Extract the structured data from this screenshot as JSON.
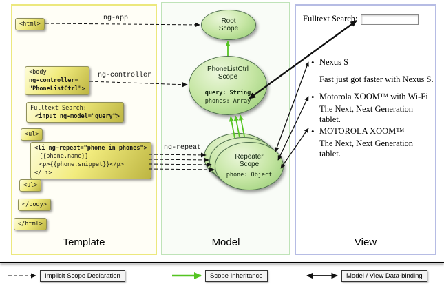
{
  "panels": {
    "template": {
      "title": "Template"
    },
    "model": {
      "title": "Model"
    },
    "view": {
      "title": "View"
    }
  },
  "template_code": {
    "html_open": "<html>",
    "body_open": [
      "<body",
      "ng-controller=",
      "\"PhoneListCtrl\">"
    ],
    "fulltext": [
      "Fulltext Search:",
      "<input ng-model=\"query\">"
    ],
    "ul_open": "<ul>",
    "li_repeat": [
      "<li ng-repeat=\"phone in phones\">",
      "{{phone.name}}",
      "<p>{{phone.snippet}}</p>",
      "</li>"
    ],
    "ul_close": "<ul>",
    "body_close": "</body>",
    "html_close": "</html>"
  },
  "arrow_labels": {
    "ng_app": "ng-app",
    "ng_controller": "ng-controller",
    "ng_repeat": "ng-repeat"
  },
  "model_scopes": {
    "root": {
      "title1": "Root",
      "title2": "Scope"
    },
    "phone_list_ctrl": {
      "title1": "PhoneListCtrl",
      "title2": "Scope",
      "prop_query": "query: String",
      "prop_phones": "phones: Array"
    },
    "repeater": {
      "title1": "Repeater",
      "title2": "Scope",
      "prop_phone": "phone: Object"
    }
  },
  "view": {
    "search_label": "Fulltext Search:",
    "search_value": "",
    "phones": [
      {
        "name": "Nexus S",
        "snippet": "Fast just got faster with Nexus S."
      },
      {
        "name": "Motorola XOOM™ with Wi-Fi",
        "snippet": "The Next, Next Generation tablet."
      },
      {
        "name": "MOTOROLA XOOM™",
        "snippet": "The Next, Next Generation tablet."
      }
    ]
  },
  "legend": [
    {
      "label": "Implicit Scope Declaration"
    },
    {
      "label": "Scope Inheritance"
    },
    {
      "label": "Model / View Data-binding"
    }
  ],
  "icons": {
    "bullet": "•"
  },
  "colors": {
    "green-arrow": "#55c422",
    "panel-template-border": "#ece87e",
    "panel-model-border": "#bfe3b8",
    "panel-view-border": "#b6bce4"
  }
}
